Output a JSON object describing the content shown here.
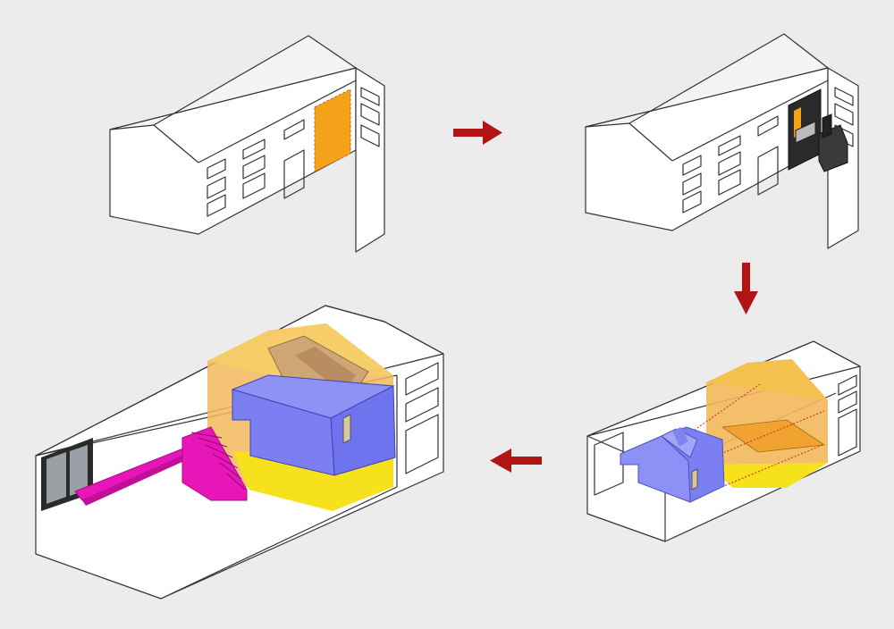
{
  "diagram": {
    "panels": [
      {
        "step": 1,
        "position": "top-left"
      },
      {
        "step": 2,
        "position": "top-right"
      },
      {
        "step": 3,
        "position": "bottom-right"
      },
      {
        "step": 4,
        "position": "bottom-left"
      }
    ],
    "arrows": [
      {
        "from": 1,
        "to": 2,
        "direction": "right"
      },
      {
        "from": 2,
        "to": 3,
        "direction": "down"
      },
      {
        "from": 3,
        "to": 4,
        "direction": "left"
      }
    ]
  },
  "colors": {
    "background": "#ececec",
    "arrow": "#b01414",
    "highlight_orange": "#f5a21b",
    "volume_orange": "#f2b85a",
    "floor_yellow": "#f5e11c",
    "pod_blue": "#7b7ff2",
    "stair_magenta": "#e816b8",
    "door_dark": "#2a2a2a"
  }
}
